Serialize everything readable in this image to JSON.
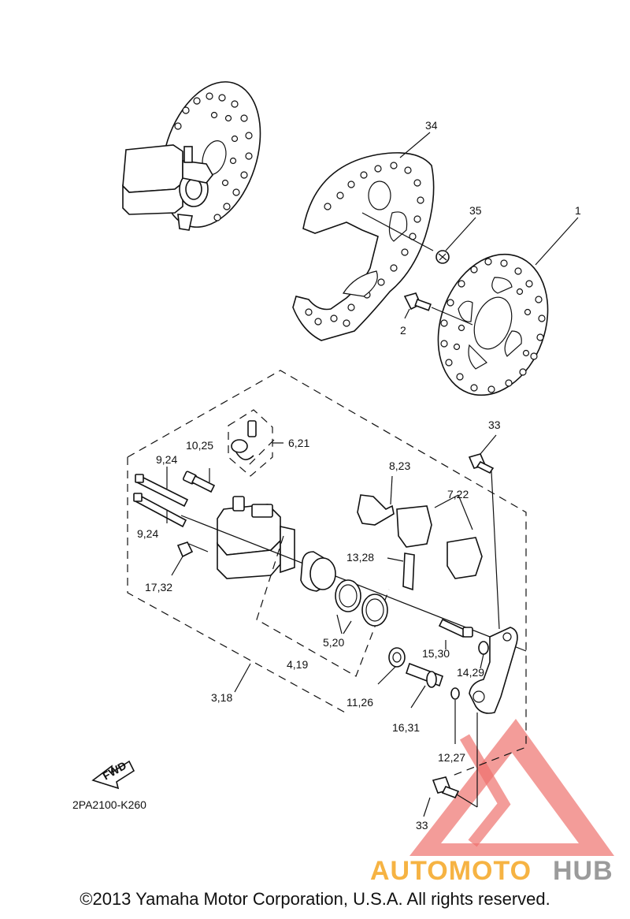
{
  "callouts": {
    "c34": "34",
    "c35": "35",
    "c1": "1",
    "c2": "2",
    "c33a": "33",
    "c33b": "33",
    "c6_21": "6,21",
    "c10_25": "10,25",
    "c9_24a": "9,24",
    "c9_24b": "9,24",
    "c8_23": "8,23",
    "c7_22": "7,22",
    "c17_32": "17,32",
    "c13_28": "13,28",
    "c5_20": "5,20",
    "c15_30": "15,30",
    "c4_19": "4,19",
    "c14_29": "14,29",
    "c11_26": "11,26",
    "c3_18": "3,18",
    "c16_31": "16,31",
    "c12_27": "12,27"
  },
  "fwd_label": "FWD",
  "diagram_code": "2PA2100-K260",
  "watermark": {
    "part1": "AUTOMOTO",
    "part2": "HUB",
    "color1": "#f5a623",
    "color2": "#8a8a8a",
    "triangle": "#e8413c"
  },
  "copyright": "©2013 Yamaha Motor Corporation, U.S.A. All rights reserved."
}
